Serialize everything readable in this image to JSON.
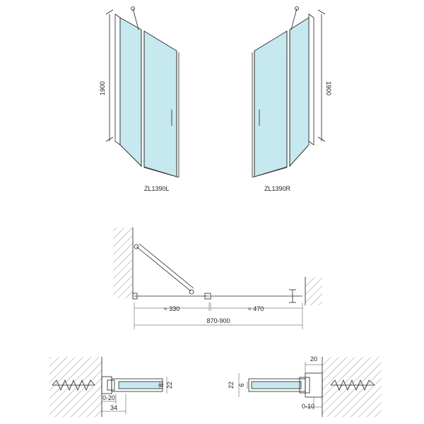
{
  "models": {
    "left": "ZL1390L",
    "right": "ZL1390R"
  },
  "heights": {
    "left": "1900",
    "right": "1900"
  },
  "top_view": {
    "dim_fixed": "≈ 330",
    "dim_door": "≈ 470",
    "dim_total": "870-900"
  },
  "profile_left": {
    "dim_height": "22",
    "dim_glass": "6",
    "dim_adjust": "0-20",
    "dim_depth": "34"
  },
  "profile_right": {
    "dim_top": "20",
    "dim_height": "22",
    "dim_glass": "6",
    "dim_adjust": "0-10"
  },
  "colors": {
    "glass": "#c6e8ef",
    "line": "#222222"
  }
}
